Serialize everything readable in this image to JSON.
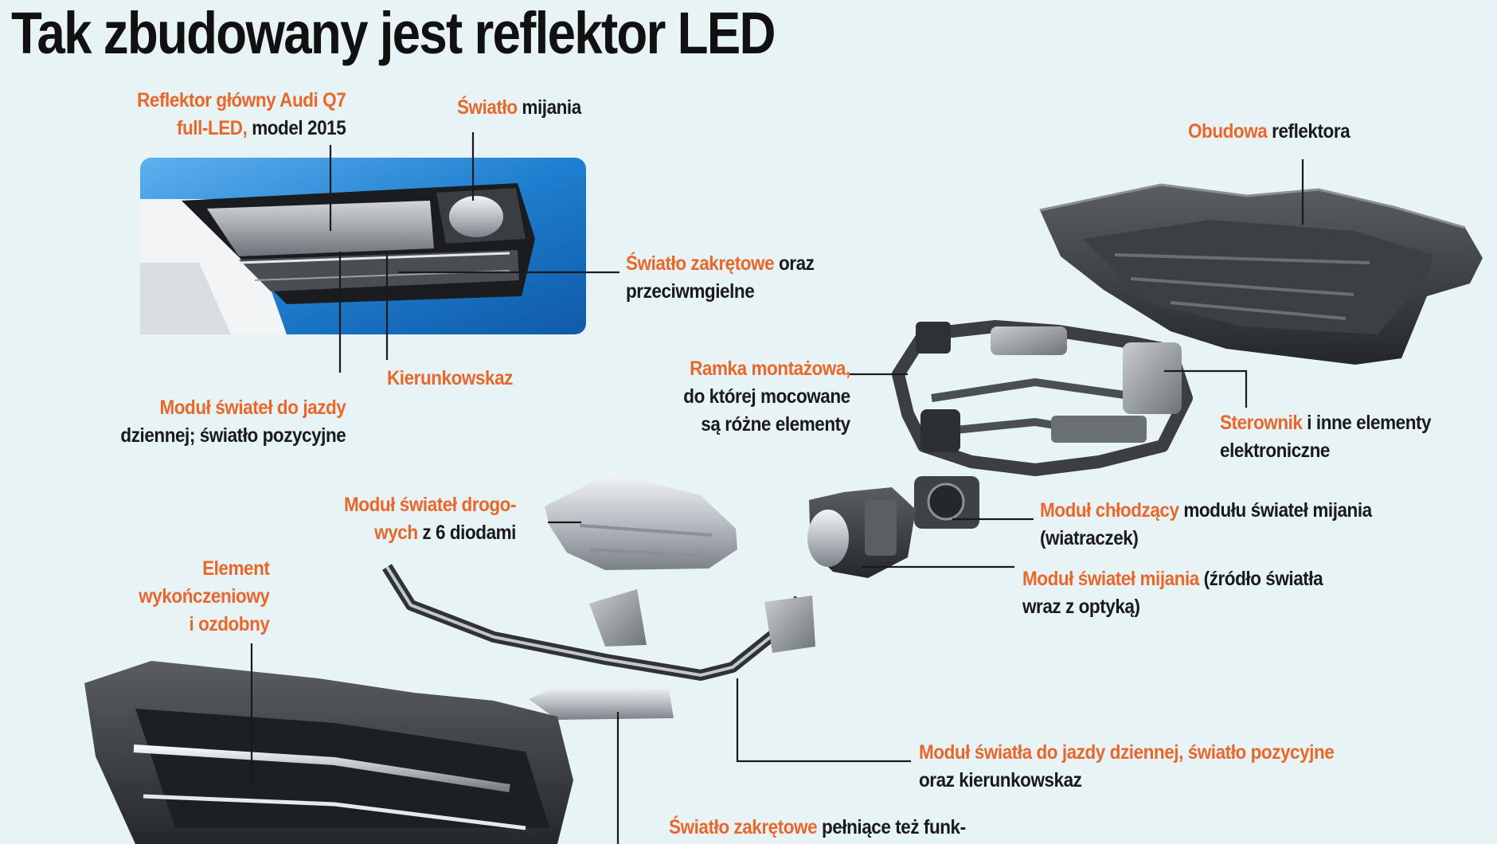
{
  "title": "Tak zbudowany jest reflektor LED",
  "colors": {
    "accent": "#e8672a",
    "text": "#1a1a1a",
    "background": "#e8f3f6",
    "car_blue": "#1f7fd0"
  },
  "labels": {
    "headlight": {
      "hl1": "Reflektor główny Audi Q7",
      "hl2": "full-LED,",
      "tx2": " model 2015"
    },
    "low_beam": {
      "hl": "Światło",
      "tx": " mijania"
    },
    "cornering_fog": {
      "hl": "Światło zakrętowe",
      "tx": " oraz",
      "line2": "przeciwmgielne"
    },
    "turn_signal": {
      "hl": "Kierunkowskaz"
    },
    "drl_module_top": {
      "hl": "Moduł świateł do jazdy",
      "line2": "dziennej; światło pozycyjne"
    },
    "housing": {
      "hl": "Obudowa",
      "tx": " reflektora"
    },
    "mounting_frame": {
      "hl": "Ramka montażowa,",
      "line2": "do której mocowane",
      "line3": "są różne elementy"
    },
    "controller": {
      "hl": "Sterownik",
      "tx": " i inne elementy",
      "line2": "elektroniczne"
    },
    "cooling": {
      "hl": "Moduł chłodzący",
      "tx": " modułu świateł mijania",
      "line2": "(wiatraczek)"
    },
    "high_beam": {
      "hl1": "Moduł świateł drogo-",
      "hl2": "wych",
      "tx2": " z 6 diodami"
    },
    "low_beam_module": {
      "hl": "Moduł świateł mijania",
      "tx": " (źródło światła",
      "line2": "wraz z optyką)"
    },
    "trim": {
      "hl1": "Element",
      "hl2": "wykończeniowy",
      "hl3": "i ozdobny"
    },
    "drl_module_bottom": {
      "hl": "Moduł światła do jazdy dziennej, światło pozycyjne",
      "line2": "oraz kierunkowskaz"
    },
    "cornering_bottom": {
      "hl": "Światło zakrętowe",
      "tx": " pełniące też funk-"
    }
  }
}
